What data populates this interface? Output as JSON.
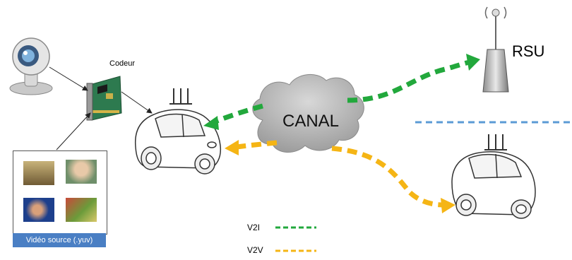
{
  "labels": {
    "encoder": "Codeur",
    "rsu": "RSU",
    "channel": "CANAL",
    "video_source": "Vidéo source (.yuv)"
  },
  "legend": {
    "items": [
      {
        "label": "V2I",
        "color": "#22a83c"
      },
      {
        "label": "V2V",
        "color": "#f5b515"
      }
    ]
  },
  "colors": {
    "v2i": "#22a83c",
    "v2v": "#f5b515",
    "separator": "#5b9bd5",
    "source_caption_bg": "#4a7fc4",
    "cloud": "#a9a9a9"
  },
  "icons": [
    "webcam-icon",
    "encoder-card-icon",
    "car-icon",
    "antenna-icon",
    "rsu-tower-icon",
    "cloud-icon"
  ]
}
